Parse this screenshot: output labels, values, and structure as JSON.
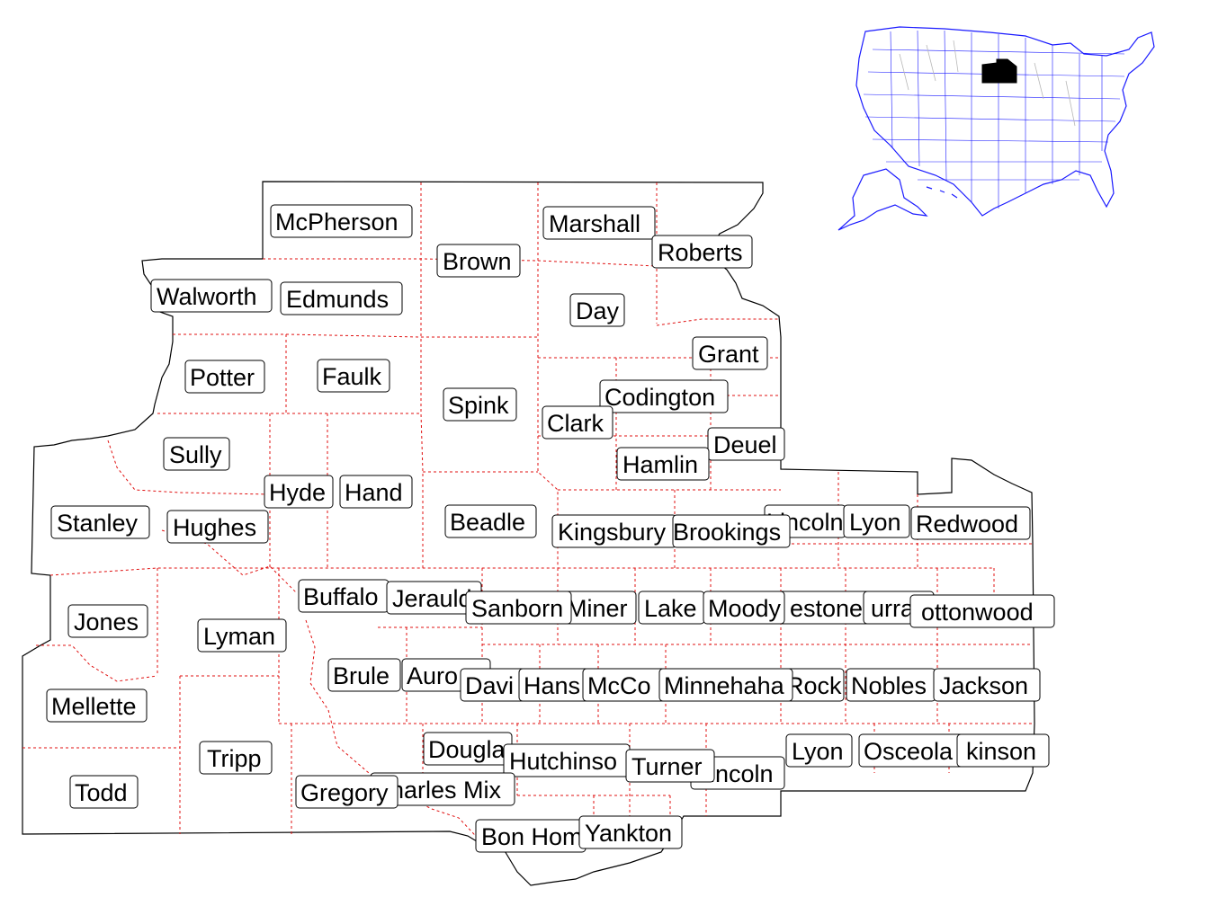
{
  "map": {
    "outline_color": "#000000",
    "county_line_color": "#e01010",
    "inset_line_color": "#1a1aff",
    "highlight_color": "#000000",
    "labels": [
      "McPherson",
      "Marshall",
      "Brown",
      "Roberts",
      "Walworth",
      "Edmunds",
      "Day",
      "Grant",
      "Potter",
      "Faulk",
      "Codington",
      "Spink",
      "Clark",
      "Deuel",
      "Sully",
      "Hamlin",
      "Hyde",
      "Hand",
      "Stanley",
      "Beadle",
      "Hughes",
      "Kingsbury",
      "Brookings",
      "Lincoln",
      "Lyon",
      "Redwood",
      "Buffalo",
      "Jerauld",
      "Sanborn",
      "Miner",
      "Lake",
      "Moody",
      "estone",
      "urray",
      "ottonwood",
      "Jones",
      "Lyman",
      "Brule",
      "Auro",
      "Davi",
      "Hans",
      "McCo",
      "Minnehaha",
      "Rock",
      "Nobles",
      "Jackson",
      "Mellette",
      "Tripp",
      "Douglas",
      "Hutchinso",
      "Turner",
      "Lincoln",
      "Lyon",
      "Osceola",
      "kinson",
      "Todd",
      "Gregory",
      "harles Mix",
      "Bon Hom",
      "Yankton"
    ]
  }
}
